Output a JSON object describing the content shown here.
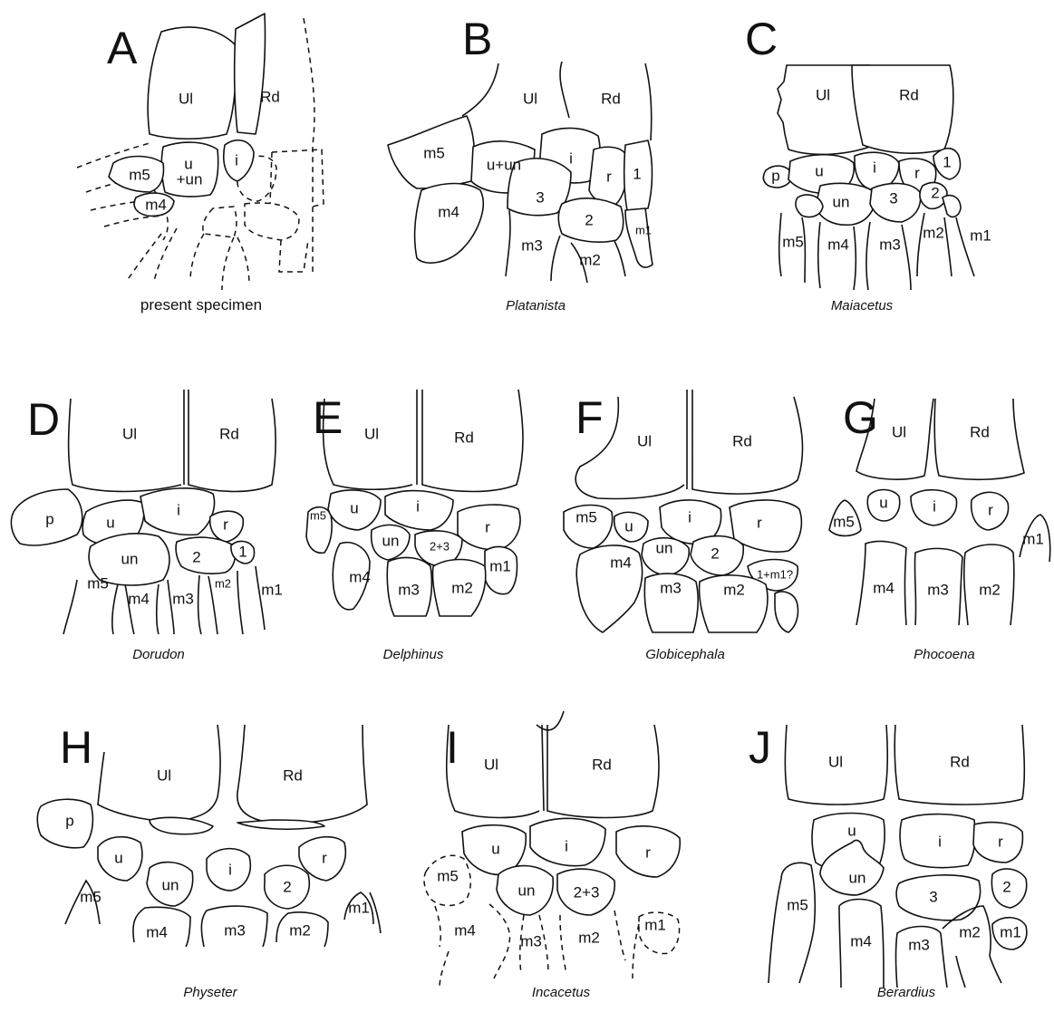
{
  "panels": [
    {
      "letter": "A",
      "caption": "present specimen",
      "labels": [
        "Ul",
        "Rd",
        "u",
        "+un",
        "i",
        "m5",
        "m4"
      ]
    },
    {
      "letter": "B",
      "caption": "Platanista",
      "labels": [
        "Ul",
        "Rd",
        "m5",
        "u+un",
        "i",
        "r",
        "1",
        "3",
        "m4",
        "2",
        "m3",
        "m2",
        "m1"
      ]
    },
    {
      "letter": "C",
      "caption": "Maiacetus",
      "labels": [
        "Ul",
        "Rd",
        "p",
        "u",
        "i",
        "r",
        "1",
        "un",
        "3",
        "2",
        "m5",
        "m4",
        "m3",
        "m2",
        "m1"
      ]
    },
    {
      "letter": "D",
      "caption": "Dorudon",
      "labels": [
        "Ul",
        "Rd",
        "p",
        "u",
        "i",
        "r",
        "un",
        "2",
        "1",
        "m5",
        "m4",
        "m3",
        "m2",
        "m1"
      ]
    },
    {
      "letter": "E",
      "caption": "Delphinus",
      "labels": [
        "Ul",
        "Rd",
        "m5",
        "u",
        "i",
        "r",
        "un",
        "2+3",
        "m1",
        "m4",
        "m3",
        "m2"
      ]
    },
    {
      "letter": "F",
      "caption": "Globicephala",
      "labels": [
        "Ul",
        "Rd",
        "m5",
        "u",
        "i",
        "r",
        "un",
        "2",
        "1+m1?",
        "m4",
        "m3",
        "m2"
      ]
    },
    {
      "letter": "G",
      "caption": "Phocoena",
      "labels": [
        "Ul",
        "Rd",
        "m5",
        "u",
        "i",
        "r",
        "m1",
        "m4",
        "m3",
        "m2"
      ]
    },
    {
      "letter": "H",
      "caption": "Physeter",
      "labels": [
        "Ul",
        "Rd",
        "p",
        "u",
        "un",
        "i",
        "2",
        "r",
        "m5",
        "m4",
        "m3",
        "m2",
        "m1"
      ]
    },
    {
      "letter": "I",
      "caption": "Incacetus",
      "labels": [
        "Ul",
        "Rd",
        "u",
        "i",
        "r",
        "m5",
        "un",
        "2+3",
        "m4",
        "m3",
        "m2",
        "m1"
      ]
    },
    {
      "letter": "J",
      "caption": "Berardius",
      "labels": [
        "Ul",
        "Rd",
        "u",
        "i",
        "r",
        "un",
        "3",
        "2",
        "m5",
        "m4",
        "m3",
        "m2",
        "m1"
      ]
    }
  ]
}
